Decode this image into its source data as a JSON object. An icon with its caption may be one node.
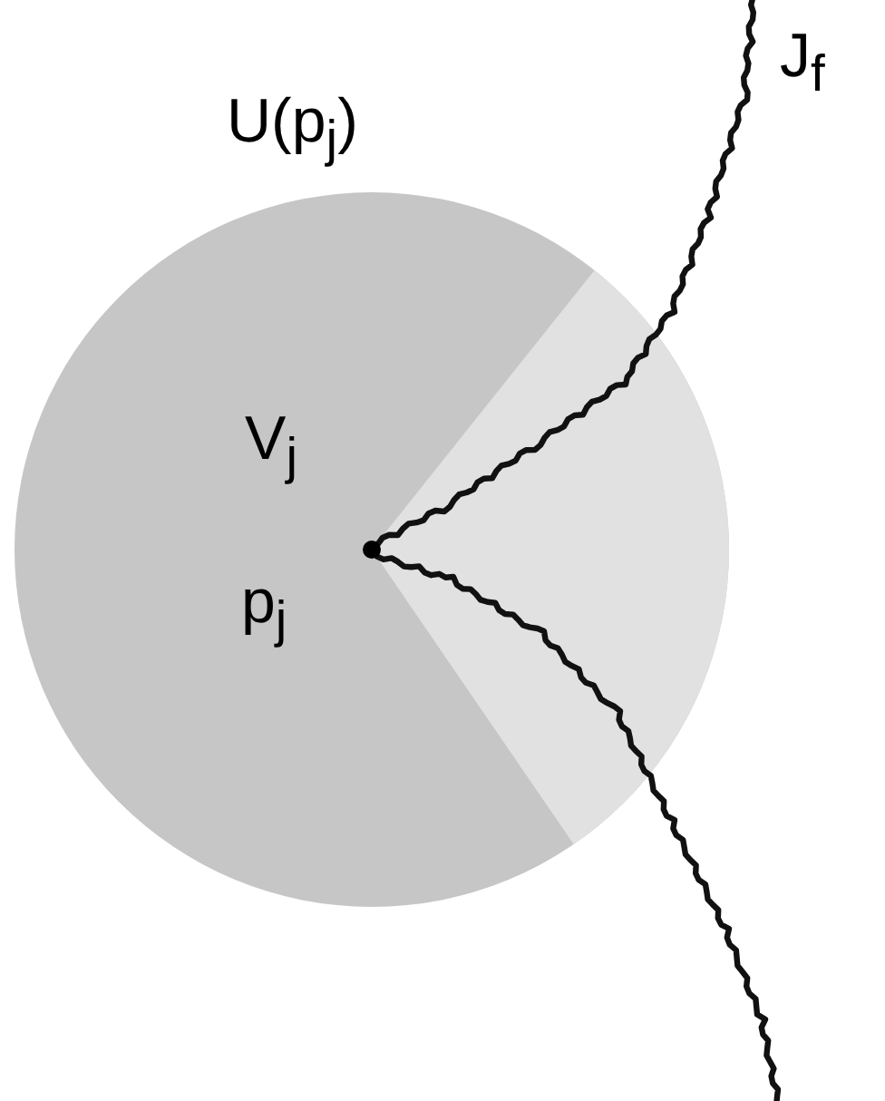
{
  "diagram": {
    "labels": [
      "J$_{f}$",
      "U(p$_{j}$)",
      "V$_{j}$",
      "p$_{j}$"
    ]
  }
}
